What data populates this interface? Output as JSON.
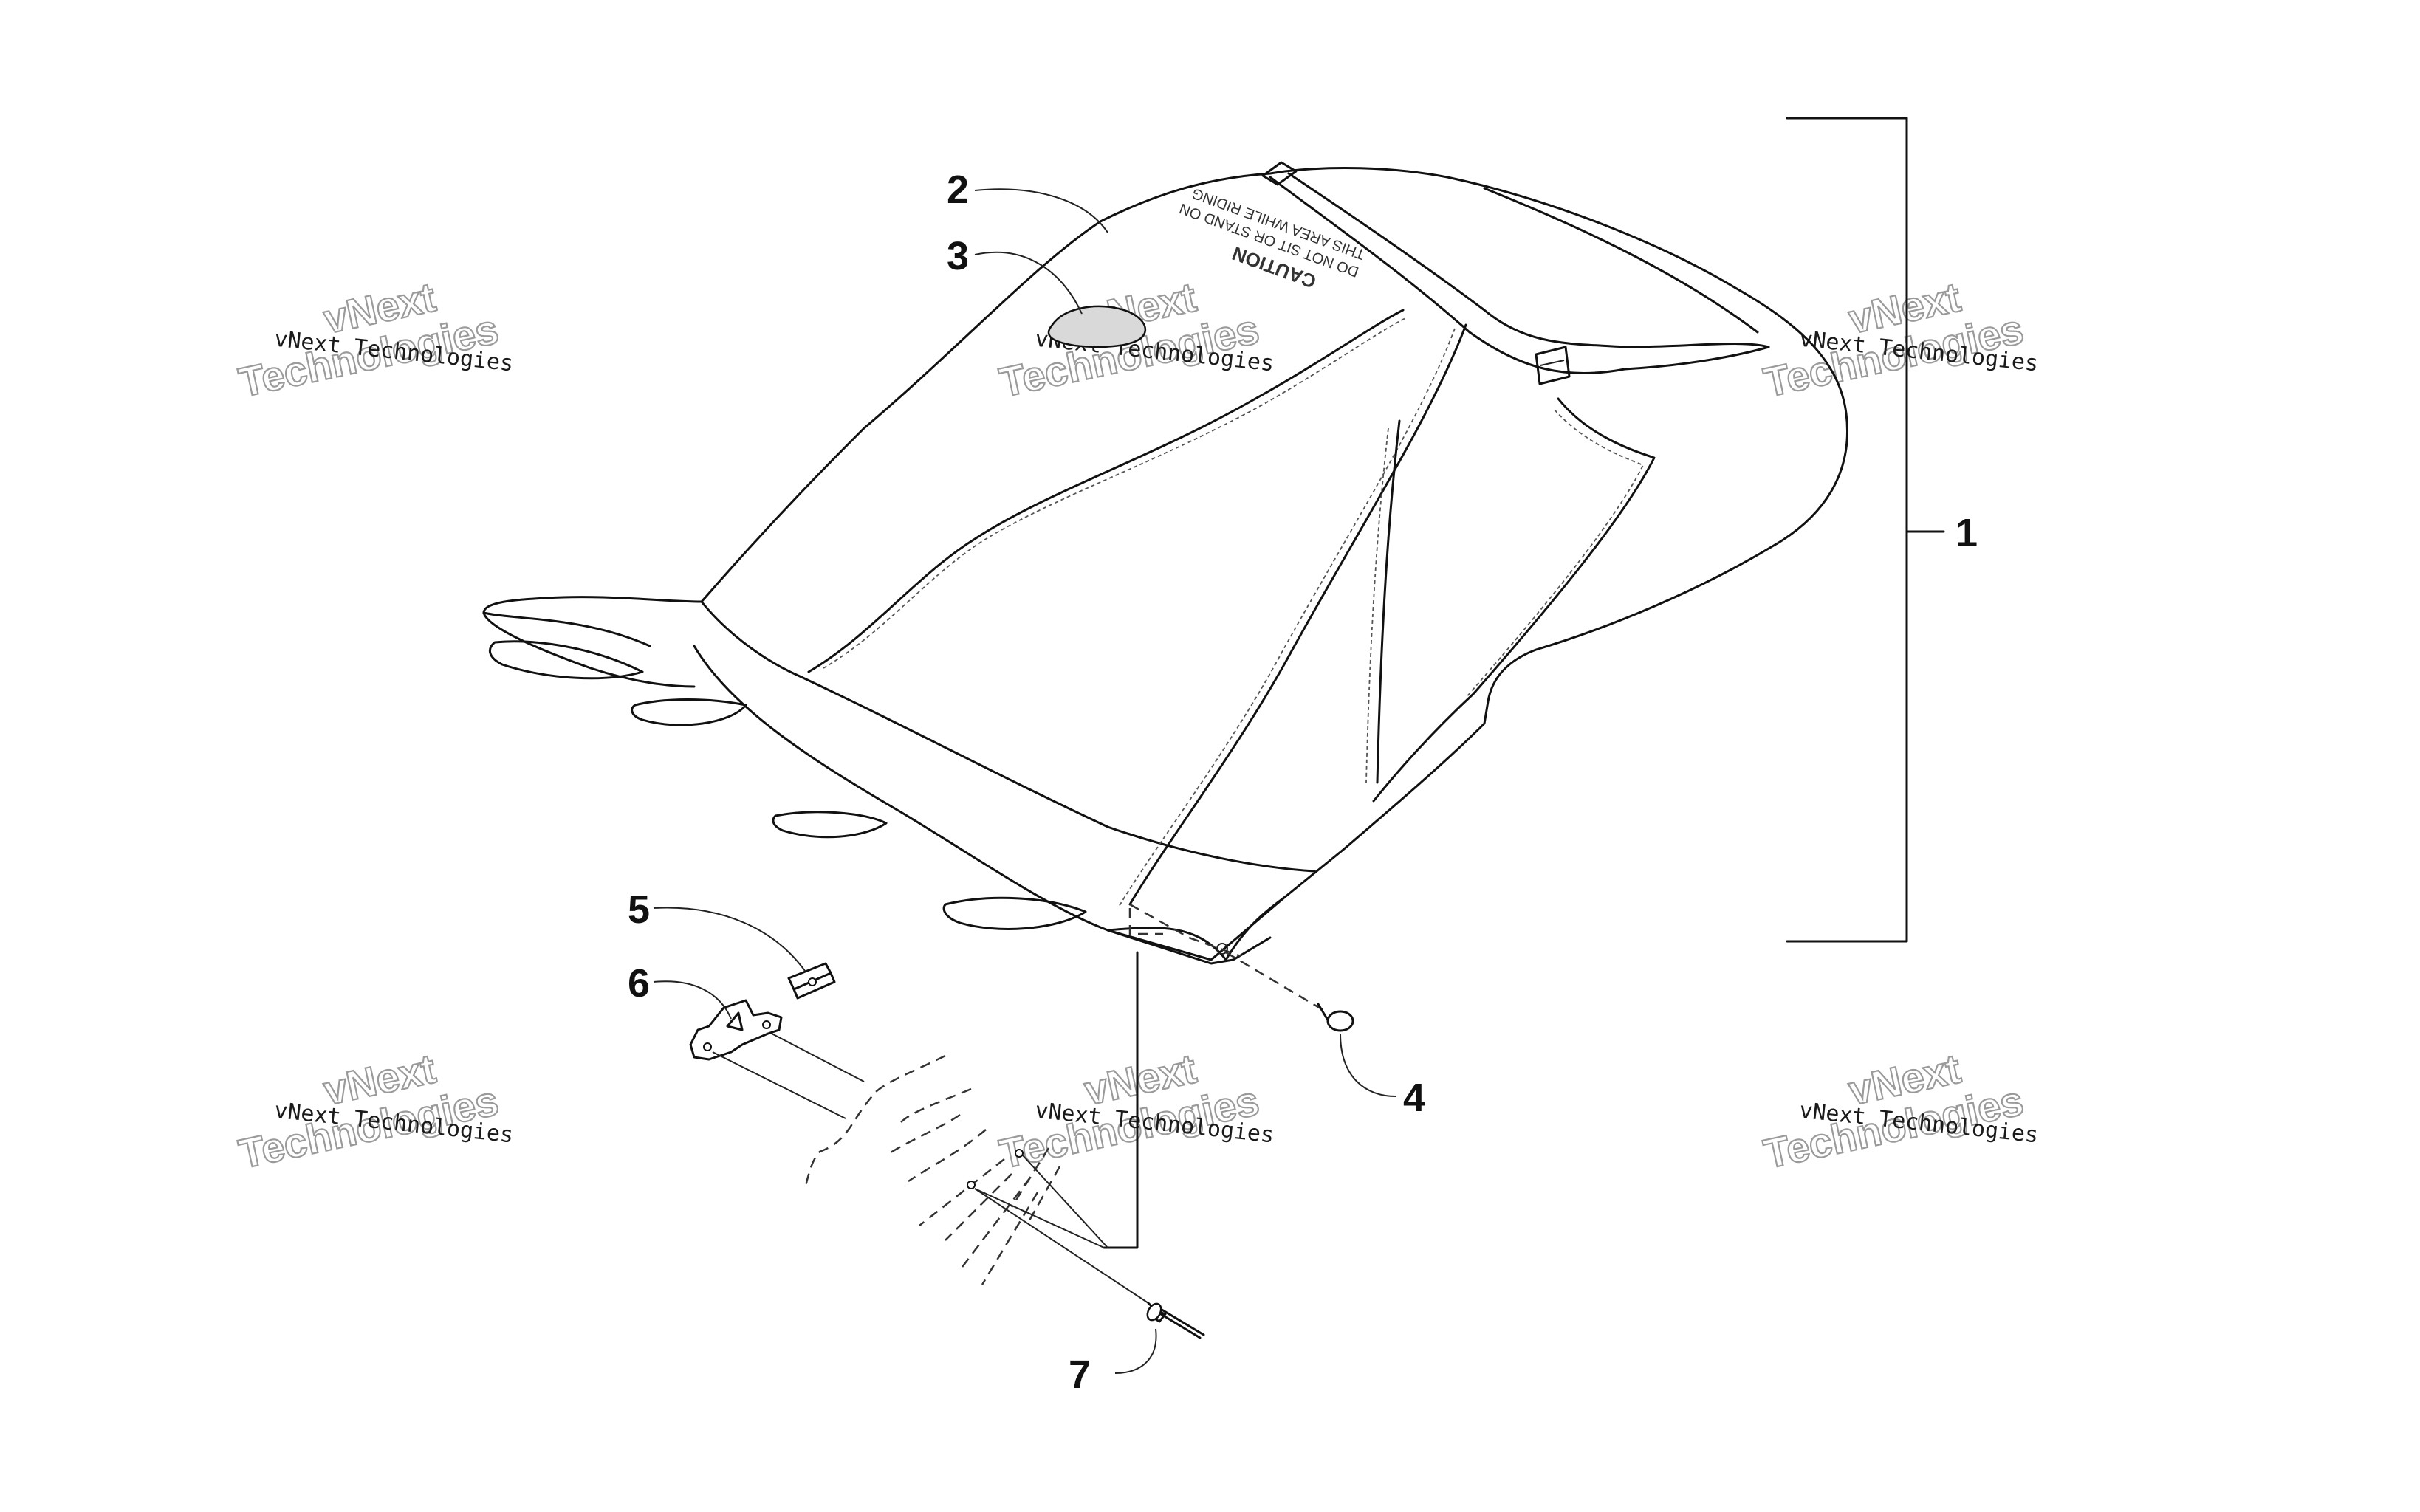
{
  "callouts": [
    {
      "id": "1",
      "label": "1"
    },
    {
      "id": "2",
      "label": "2"
    },
    {
      "id": "3",
      "label": "3"
    },
    {
      "id": "4",
      "label": "4"
    },
    {
      "id": "5",
      "label": "5"
    },
    {
      "id": "6",
      "label": "6"
    },
    {
      "id": "7",
      "label": "7"
    }
  ],
  "watermark": {
    "small": "vNext Technologies",
    "big_line1": "vNext",
    "big_line2": "Technologies"
  },
  "seat_label": {
    "caution": "CAUTION",
    "warning_line1": "DO NOT SIT OR STAND ON",
    "warning_line2": "THIS AREA WHILE RIDING"
  },
  "colors": {
    "line": "#111111",
    "background": "#ffffff",
    "watermark_outline": "#9a9a9a"
  }
}
